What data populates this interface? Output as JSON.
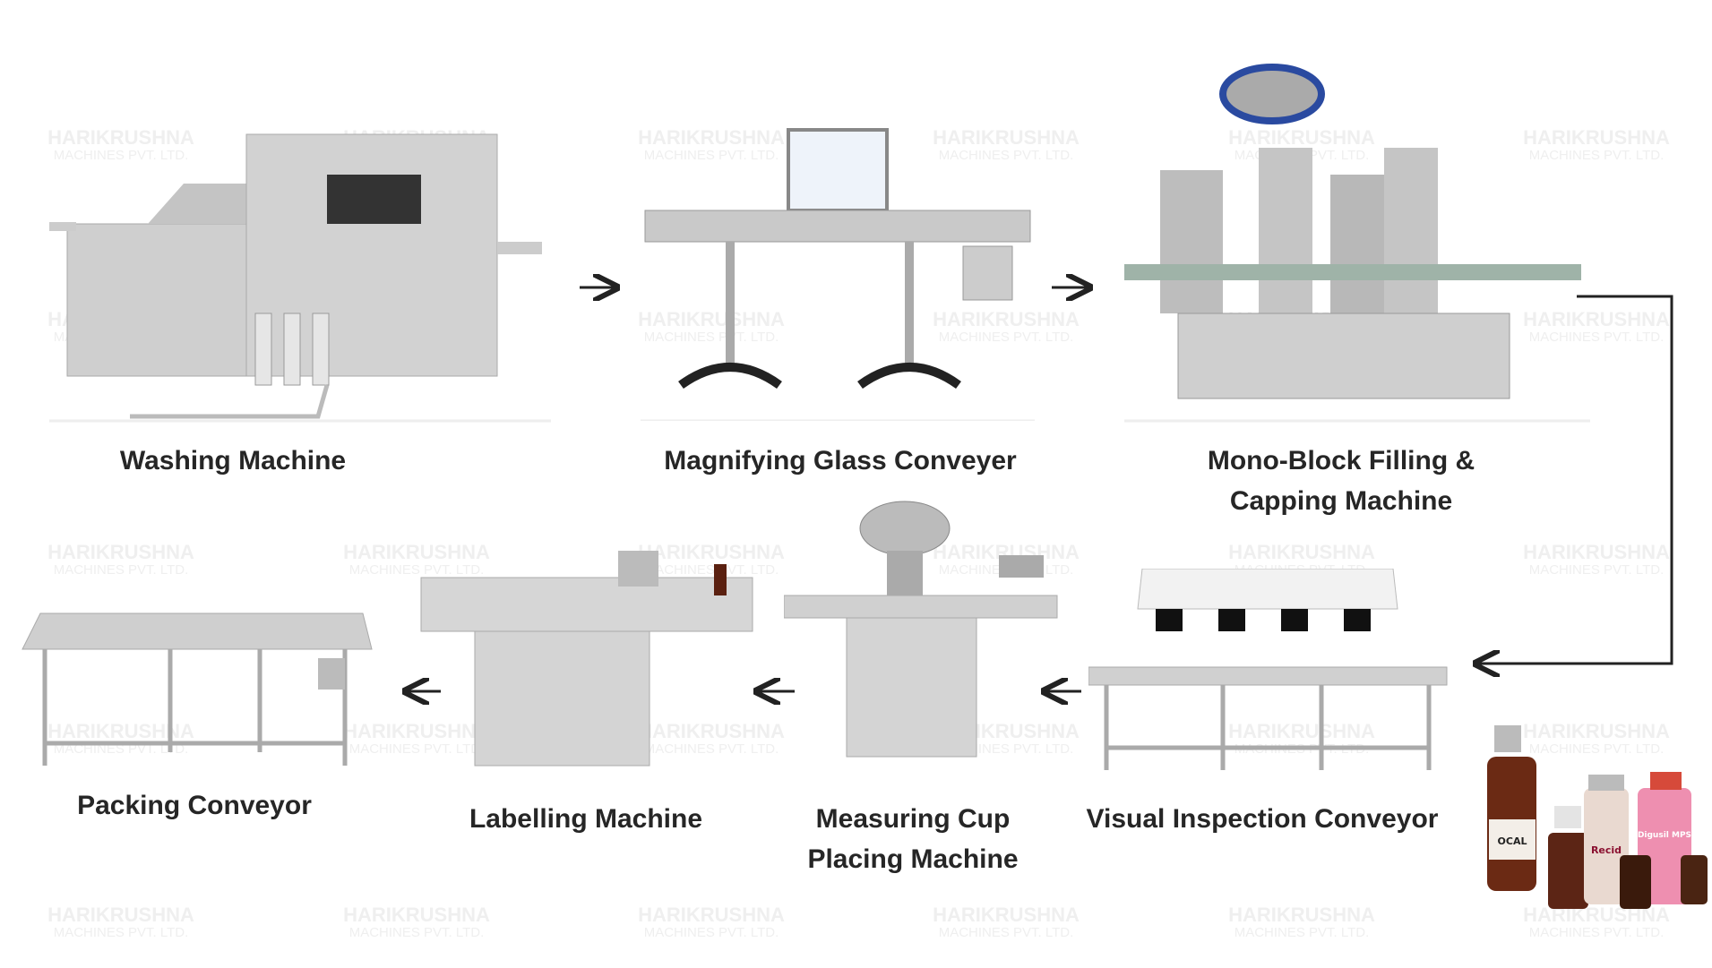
{
  "watermark": {
    "line1": "HARIKRUSHNA",
    "line2": "MACHINES PVT. LTD."
  },
  "steps": [
    {
      "label": "Washing Machine"
    },
    {
      "label": "Magnifying Glass Conveyer"
    },
    {
      "label_line1": "Mono-Block Filling &",
      "label_line2": "Capping  Machine"
    },
    {
      "label": "Visual Inspection Conveyor"
    },
    {
      "label_line1": "Measuring Cup",
      "label_line2": "Placing Machine"
    },
    {
      "label": "Labelling Machine"
    },
    {
      "label": "Packing Conveyor"
    }
  ],
  "product": {
    "bottle_labels": [
      "OCAL",
      "Recid",
      "Digusil MPS"
    ]
  },
  "colors": {
    "machine": "#c9c9c9",
    "steel": "#b0b0b0",
    "arrow": "#222222",
    "text": "#262626"
  }
}
